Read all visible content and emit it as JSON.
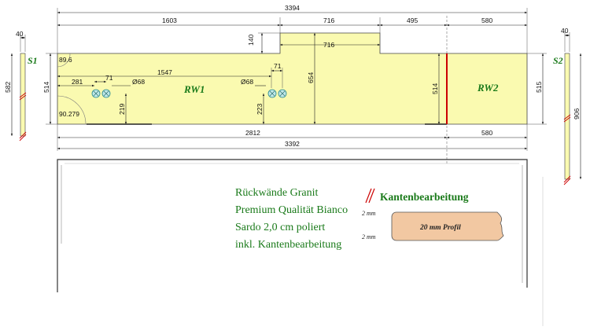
{
  "pieces": {
    "s1": "S1",
    "rw1": "RW1",
    "rw2": "RW2",
    "s2": "S2"
  },
  "dimensions": {
    "top_overall": "3394",
    "top_1603": "1603",
    "top_716": "716",
    "top_495": "495",
    "top_580": "580",
    "notch_716": "716",
    "notch_140": "140",
    "s1_width": "40",
    "s1_height": "582",
    "s2_width": "40",
    "s2_height": "906",
    "left_514": "514",
    "right_515": "515",
    "corner_89": "89.6",
    "corner_90": "90.279",
    "d1547": "1547",
    "d281": "281",
    "d71a": "71",
    "d68a": "Ø68",
    "d219": "219",
    "d68b": "Ø68",
    "d71b": "71",
    "d223": "223",
    "d654": "654",
    "d514mid": "514",
    "bottom_2812": "2812",
    "bottom_580": "580",
    "bottom_overall": "3392"
  },
  "notes": {
    "line1": "Rückwände Granit",
    "line2": "Premium Qualität Bianco",
    "line3": "Sardo 2,0 cm poliert",
    "line4": "inkl. Kantenbearbeitung"
  },
  "edge": {
    "title": "Kantenbearbeitung",
    "mm_top": "2 mm",
    "mm_bottom": "2 mm",
    "profile": "20 mm Profil"
  },
  "colors": {
    "panel_fill": "#fafab0",
    "label_green": "#1a7a1a",
    "seam_red": "#cc0000",
    "socket_fill": "#bfe8e8",
    "profile_fill": "#f2c8a2"
  }
}
